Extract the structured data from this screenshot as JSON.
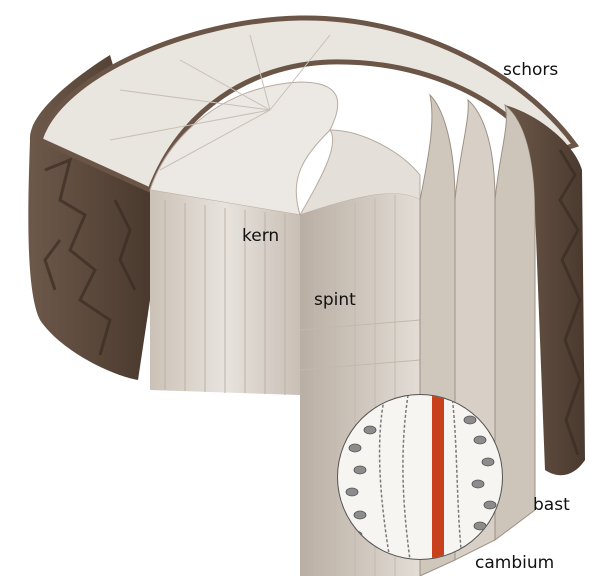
{
  "labels": {
    "schors": "schors",
    "kern": "kern",
    "spint": "spint",
    "bast": "bast",
    "cambium": "cambium"
  },
  "colors": {
    "bark": "#5a463a",
    "wood_light": "#e7e2dc",
    "wood_mid": "#d3cac1",
    "wood_dark": "#b8aca1",
    "cambium_red": "#c8401c",
    "ink": "#111111"
  }
}
